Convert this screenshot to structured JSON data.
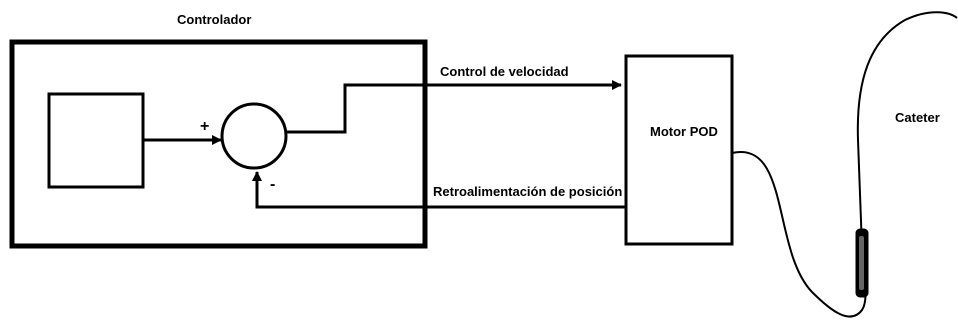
{
  "labels": {
    "controller": "Controlador",
    "speed_control": "Control de velocidad",
    "position_feedback": "Retroalimentación de posición",
    "motor": "Motor POD",
    "catheter": "Cateter",
    "plus_sign": "+",
    "minus_sign": "-"
  },
  "colors": {
    "stroke": "#000000",
    "background": "#ffffff"
  }
}
